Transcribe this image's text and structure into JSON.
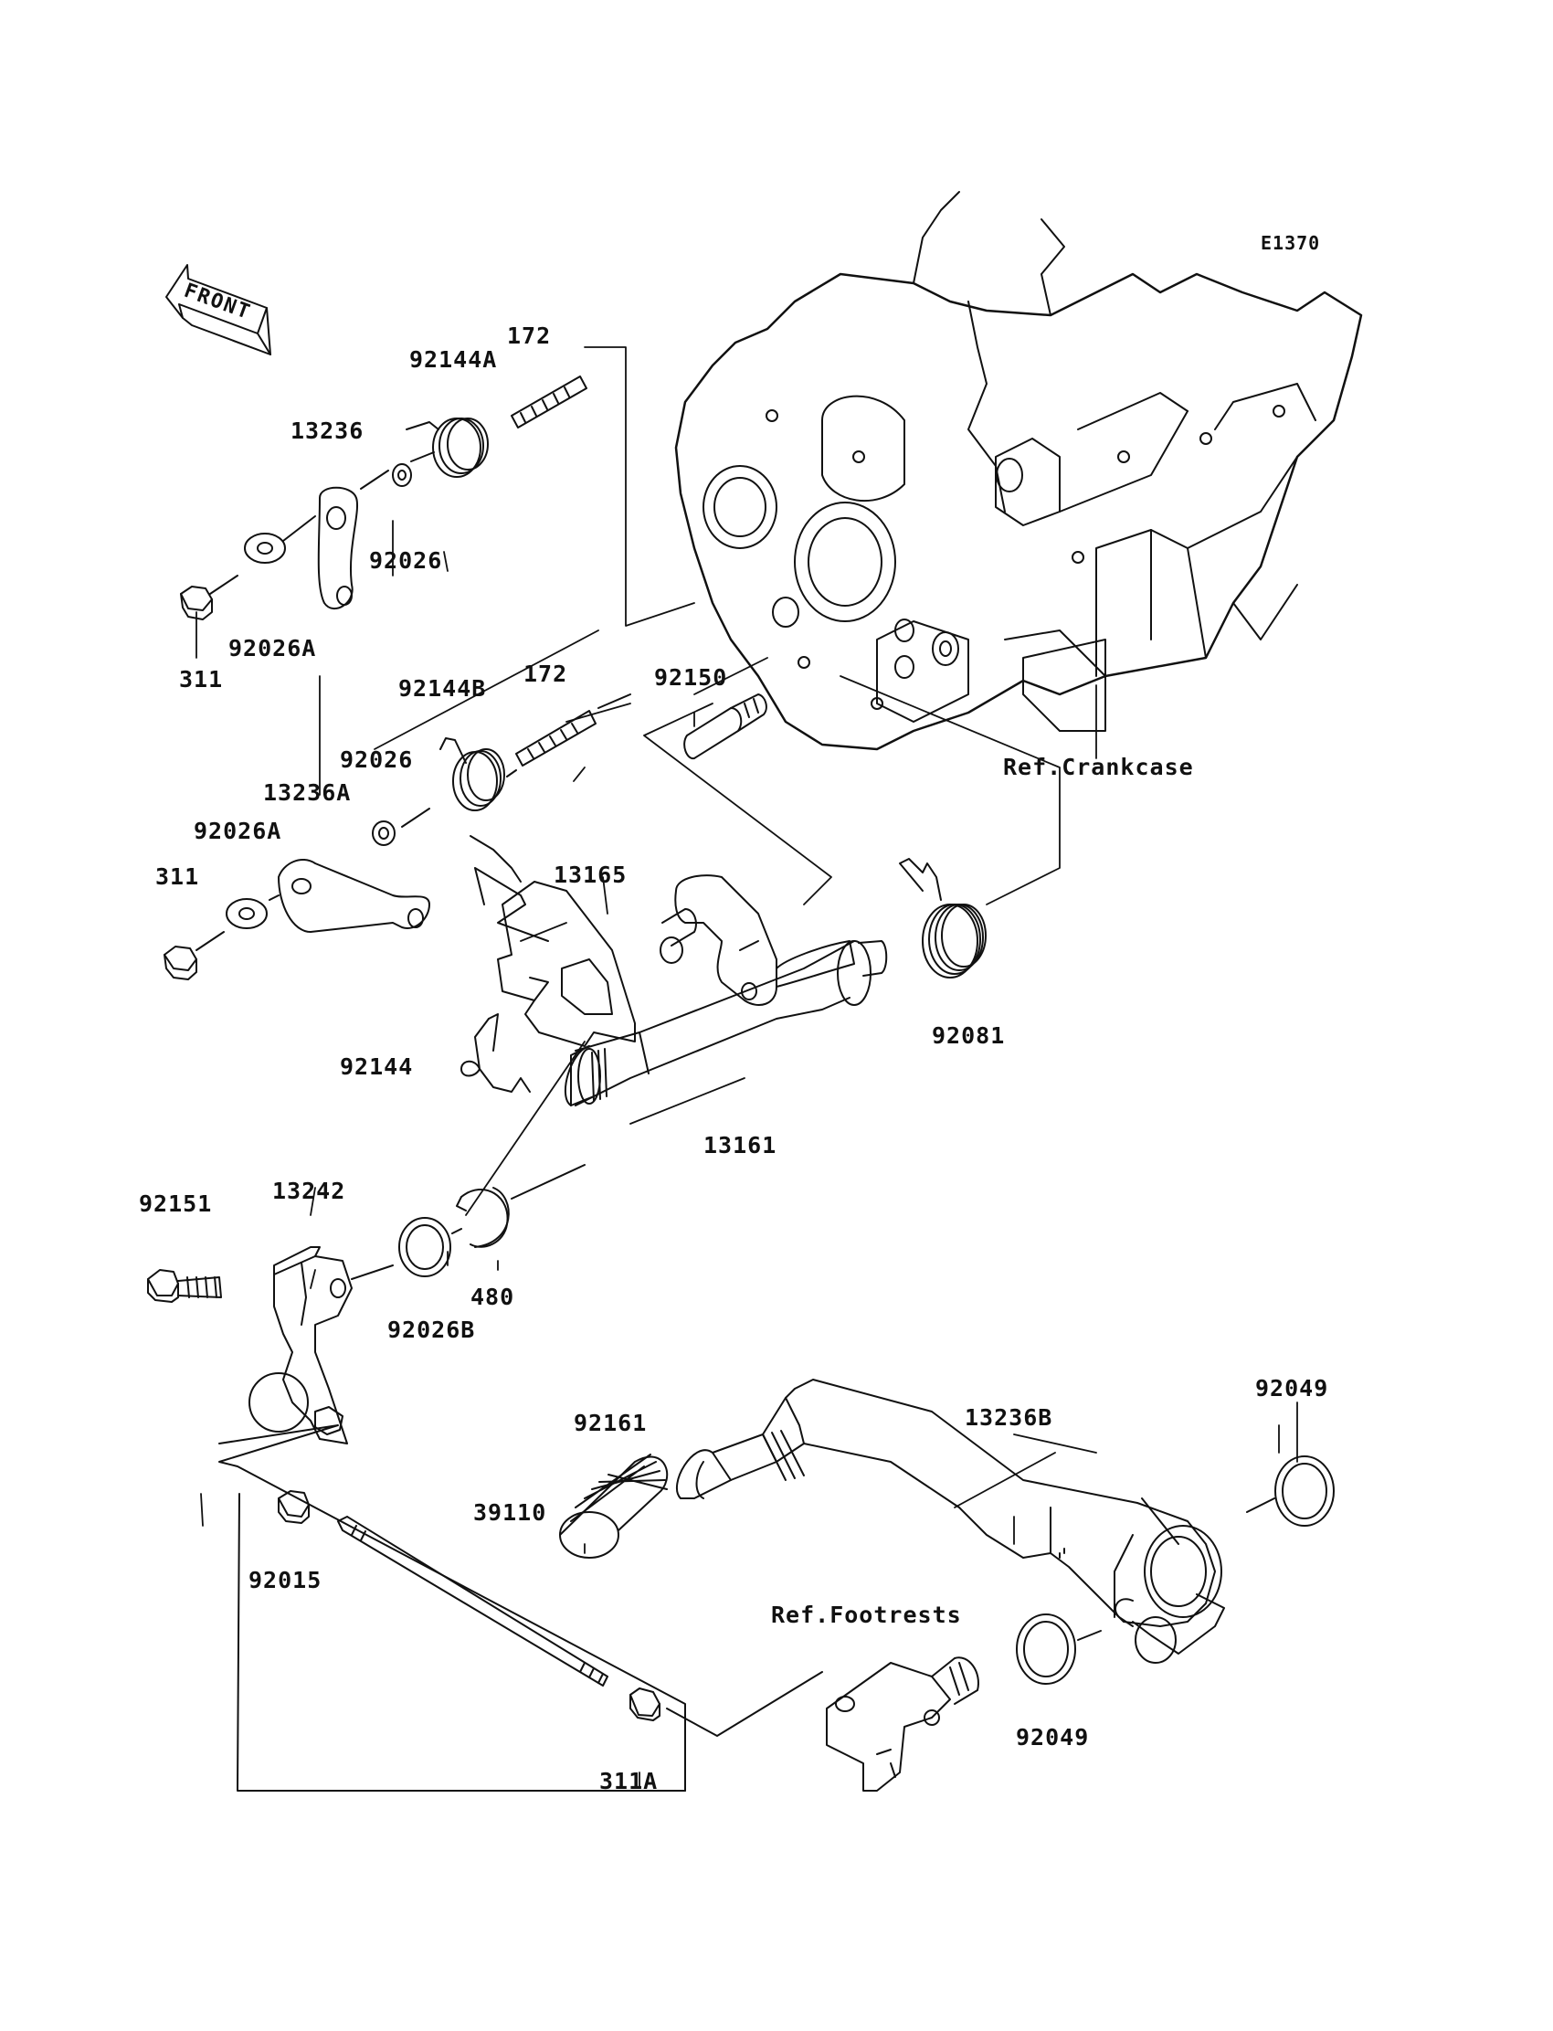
{
  "diagram": {
    "code": "E1370",
    "front_arrow": "FRONT",
    "refs": {
      "crankcase": "Ref.Crankcase",
      "footrests": "Ref.Footrests"
    },
    "parts": [
      {
        "id": "p0",
        "number": "172"
      },
      {
        "id": "p1",
        "number": "92144A"
      },
      {
        "id": "p2",
        "number": "13236"
      },
      {
        "id": "p3",
        "number": "92026"
      },
      {
        "id": "p4",
        "number": "92026A"
      },
      {
        "id": "p5",
        "number": "311"
      },
      {
        "id": "p6",
        "number": "172"
      },
      {
        "id": "p7",
        "number": "92144B"
      },
      {
        "id": "p8",
        "number": "92150"
      },
      {
        "id": "p9",
        "number": "92026"
      },
      {
        "id": "p10",
        "number": "13236A"
      },
      {
        "id": "p11",
        "number": "92026A"
      },
      {
        "id": "p12",
        "number": "311"
      },
      {
        "id": "p13",
        "number": "13165"
      },
      {
        "id": "p14",
        "number": "92081"
      },
      {
        "id": "p15",
        "number": "92144"
      },
      {
        "id": "p16",
        "number": "13161"
      },
      {
        "id": "p17",
        "number": "92151"
      },
      {
        "id": "p18",
        "number": "13242"
      },
      {
        "id": "p19",
        "number": "480"
      },
      {
        "id": "p20",
        "number": "92026B"
      },
      {
        "id": "p21",
        "number": "92049"
      },
      {
        "id": "p22",
        "number": "92161"
      },
      {
        "id": "p23",
        "number": "13236B"
      },
      {
        "id": "p24",
        "number": "39110"
      },
      {
        "id": "p25",
        "number": "92015"
      },
      {
        "id": "p26",
        "number": "92049"
      },
      {
        "id": "p27",
        "number": "311A"
      }
    ]
  }
}
